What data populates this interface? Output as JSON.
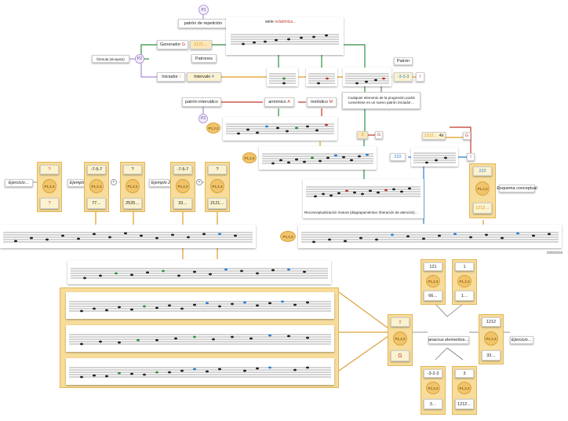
{
  "labels": {
    "p1": "P1",
    "p2": "P2",
    "p3": "P3",
    "patron_repeticion": "patrón de repetición",
    "serie_prefix": "serie",
    "serie_value": "octatónica…",
    "generador": "Generador",
    "generador_letter": "G",
    "generador_value": "2121…",
    "patrones": "Patrones",
    "formula": "fórmula (sinopsis)",
    "iniciador": "Iniciador",
    "iniciador_letter": "I",
    "intervalo": "Intervalo",
    "intervalo_num": "4",
    "patron_intervalico": "patrón interválico",
    "armonico": "armónico",
    "armonico_letter": "A",
    "melodico": "melódico",
    "melodico_letter": "M",
    "patron": "Patrón",
    "patron_value": "-3-3-3",
    "patron_letter": "I",
    "cualquier_1": "Cualquier elemento de la progresión podrá",
    "cualquier_2": "convertirse en un nuevo patrón iniciador…",
    "small_3": "3",
    "small_g": "G",
    "val_1212": "1212…",
    "val_1212_suffix": "4x",
    "g_right": "G",
    "val_222": "222",
    "i_right": "I",
    "reconceptual": "Reconceptualización motora (diagrapamientos: liberación de atención)…",
    "p_orange_1": "P1,2,3",
    "p_orange_2": "P1,2,3",
    "p_orange_3": "P1,2,3",
    "esquema": "Esquema conceptual",
    "esquema_top": "222",
    "esquema_bottom": "1212…",
    "date": "20/6/2016",
    "ejercicio_left": "Ejercicio…",
    "ejemplo1": "Ejemplo 1",
    "ejemplo2": "Ejemplo 2",
    "ejercicio_right": "Ejercicio…",
    "anacrus": "anacrus elementos…",
    "plus": "+",
    "q": "?",
    "neg757": "-7-5-7",
    "v77": "77…",
    "v2525": "2525…",
    "v33": "33…",
    "v2121": "2121…",
    "v121": "121",
    "v66": "66…",
    "v1": "1",
    "v1dots": "1…",
    "neg3213": "-3-2-3",
    "v3": "3",
    "v3dots": "3…",
    "v1212": "1212…",
    "v1212b": "1212",
    "bigI": "I",
    "bigG": "G"
  },
  "colors": {
    "orange": "#e39b1c",
    "red": "#c0392b",
    "blue": "#2a7fd6",
    "green": "#2c8f3f",
    "panel": "#f7dc9a"
  }
}
